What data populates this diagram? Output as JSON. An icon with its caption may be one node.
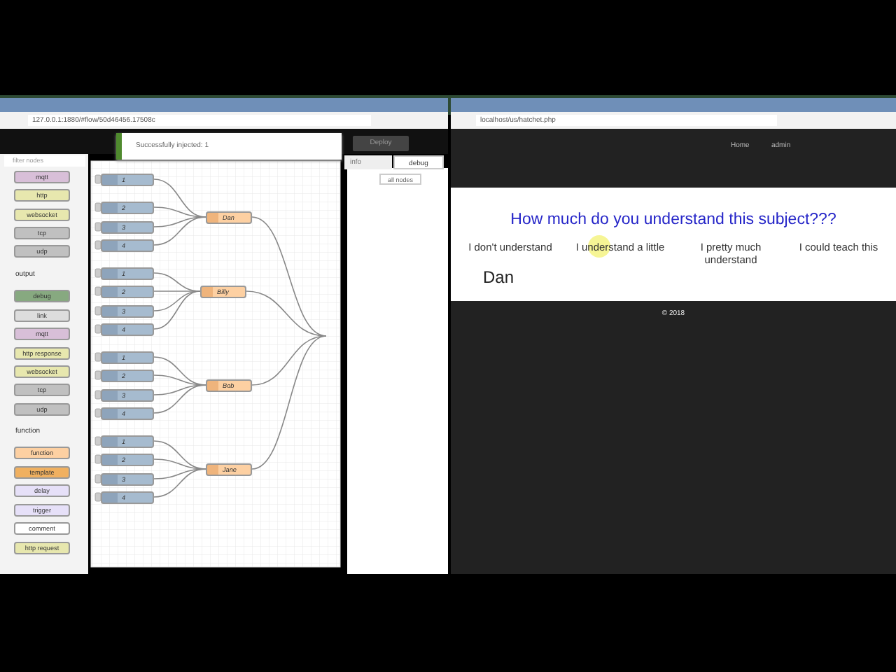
{
  "diagram": {
    "nodes": [
      {
        "text": [
          "mqtt"
        ]
      },
      {
        "text": [
          "http"
        ]
      },
      {
        "text": [
          "websocket"
        ]
      },
      {
        "text": [
          "tcp"
        ]
      },
      {
        "text": [
          "udp"
        ]
      },
      {
        "text": [
          "debug"
        ]
      },
      {
        "text": [
          "link"
        ]
      },
      {
        "text": [
          "mqtt"
        ]
      },
      {
        "text": [
          "http response"
        ]
      },
      {
        "text": [
          "websocket"
        ]
      },
      {
        "text": [
          "tcp"
        ]
      },
      {
        "text": [
          "udp"
        ]
      },
      {
        "text": [
          "function"
        ]
      },
      {
        "text": [
          "template"
        ]
      },
      {
        "text": [
          "delay"
        ]
      },
      {
        "text": [
          "trigger"
        ]
      },
      {
        "text": [
          "comment"
        ]
      },
      {
        "text": [
          "http request"
        ]
      },
      {
        "text": [
          "1"
        ]
      },
      {
        "text": [
          "2"
        ]
      },
      {
        "text": [
          "3"
        ]
      },
      {
        "text": [
          "4"
        ]
      },
      {
        "text": [
          "1"
        ]
      },
      {
        "text": [
          "2"
        ]
      },
      {
        "text": [
          "3"
        ]
      },
      {
        "text": [
          "4"
        ]
      },
      {
        "text": [
          "1"
        ]
      },
      {
        "text": [
          "2"
        ]
      },
      {
        "text": [
          "3"
        ]
      },
      {
        "text": [
          "4"
        ]
      },
      {
        "text": [
          "1"
        ]
      },
      {
        "text": [
          "2"
        ]
      },
      {
        "text": [
          "3"
        ]
      },
      {
        "text": [
          "4"
        ]
      },
      {
        "text": [
          "Dan"
        ]
      },
      {
        "text": [
          "Billy"
        ]
      },
      {
        "text": [
          "Bob"
        ]
      },
      {
        "text": [
          "Jane"
        ]
      }
    ],
    "edges": [
      {
        "from": 18,
        "to": 34,
        "arrow": "none"
      },
      {
        "from": 19,
        "to": 34,
        "arrow": "none"
      },
      {
        "from": 20,
        "to": 34,
        "arrow": "none"
      },
      {
        "from": 21,
        "to": 34,
        "arrow": "none"
      },
      {
        "from": 22,
        "to": 35,
        "arrow": "none"
      },
      {
        "from": 23,
        "to": 35,
        "arrow": "none"
      },
      {
        "from": 24,
        "to": 35,
        "arrow": "none"
      },
      {
        "from": 25,
        "to": 35,
        "arrow": "none"
      },
      {
        "from": 26,
        "to": 36,
        "arrow": "none"
      },
      {
        "from": 27,
        "to": 36,
        "arrow": "none"
      },
      {
        "from": 28,
        "to": 36,
        "arrow": "none"
      },
      {
        "from": 29,
        "to": 36,
        "arrow": "none"
      },
      {
        "from": 30,
        "to": 37,
        "arrow": "none"
      },
      {
        "from": 31,
        "to": 37,
        "arrow": "none"
      },
      {
        "from": 32,
        "to": 37,
        "arrow": "none"
      },
      {
        "from": 33,
        "to": 37,
        "arrow": "none"
      },
      {
        "from": 34,
        "to": null,
        "arrow": "none"
      },
      {
        "from": 35,
        "to": null,
        "arrow": "none"
      },
      {
        "from": 36,
        "to": null,
        "arrow": "none"
      },
      {
        "from": 37,
        "to": null,
        "arrow": "none"
      }
    ],
    "labels": [
      "127.0.0.1:1880/#flow/50d46456.17508c",
      "Successfully injected: 1",
      "Deploy",
      "filter nodes",
      "output",
      "function",
      "info",
      "debug",
      "all nodes",
      "localhost/us/hatchet.php",
      "Home",
      "admin",
      "How much do you understand this subject???",
      "I don't understand",
      "I understand a little",
      "I pretty much understand",
      "I could teach this",
      "Dan",
      "© 2018"
    ]
  }
}
